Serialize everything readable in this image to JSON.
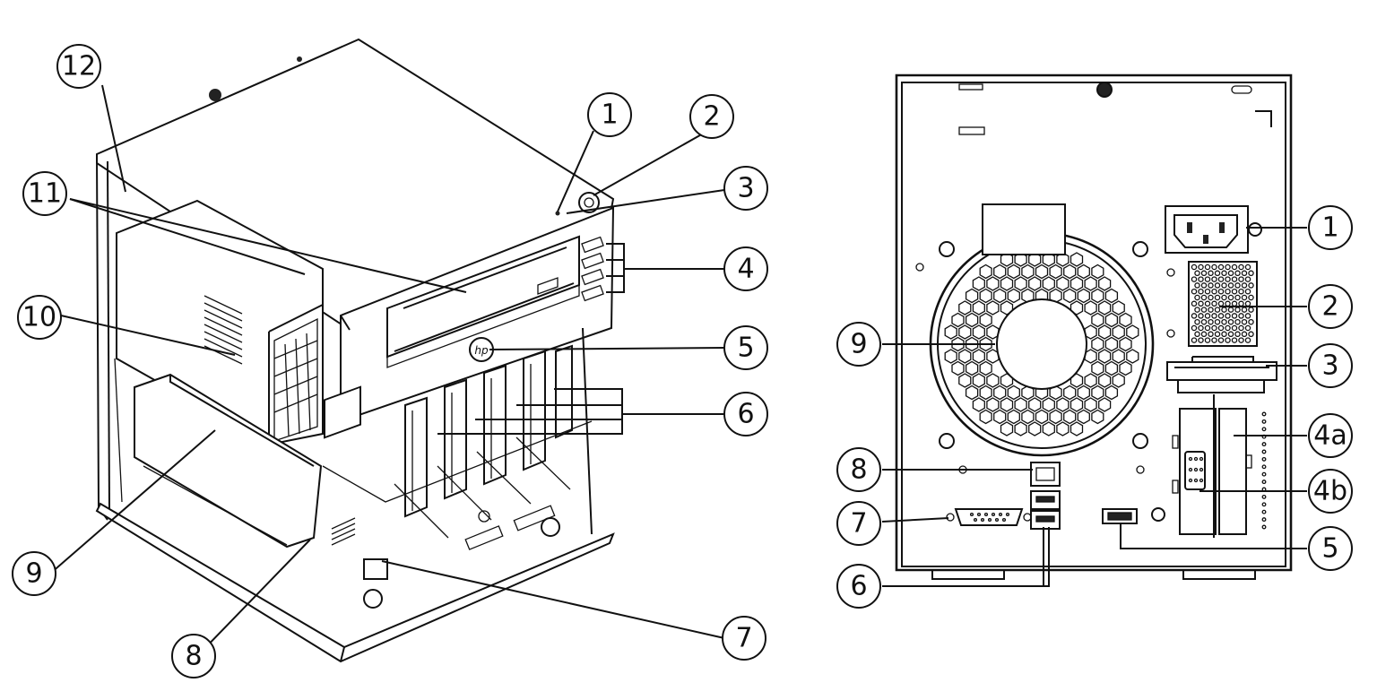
{
  "left_view": {
    "callouts": [
      {
        "id": "1",
        "label": "1"
      },
      {
        "id": "2",
        "label": "2"
      },
      {
        "id": "3",
        "label": "3"
      },
      {
        "id": "4",
        "label": "4"
      },
      {
        "id": "5",
        "label": "5"
      },
      {
        "id": "6",
        "label": "6"
      },
      {
        "id": "7",
        "label": "7"
      },
      {
        "id": "8",
        "label": "8"
      },
      {
        "id": "9",
        "label": "9"
      },
      {
        "id": "10",
        "label": "10"
      },
      {
        "id": "11",
        "label": "11"
      },
      {
        "id": "12",
        "label": "12"
      }
    ]
  },
  "right_view": {
    "callouts": [
      {
        "id": "1",
        "label": "1"
      },
      {
        "id": "2",
        "label": "2"
      },
      {
        "id": "3",
        "label": "3"
      },
      {
        "id": "4a",
        "label": "4a"
      },
      {
        "id": "4b",
        "label": "4b"
      },
      {
        "id": "5",
        "label": "5"
      },
      {
        "id": "6",
        "label": "6"
      },
      {
        "id": "7",
        "label": "7"
      },
      {
        "id": "8",
        "label": "8"
      },
      {
        "id": "9",
        "label": "9"
      }
    ]
  },
  "icons": {
    "hp_logo": "hp-logo-icon",
    "power_button": "power-button-icon"
  }
}
